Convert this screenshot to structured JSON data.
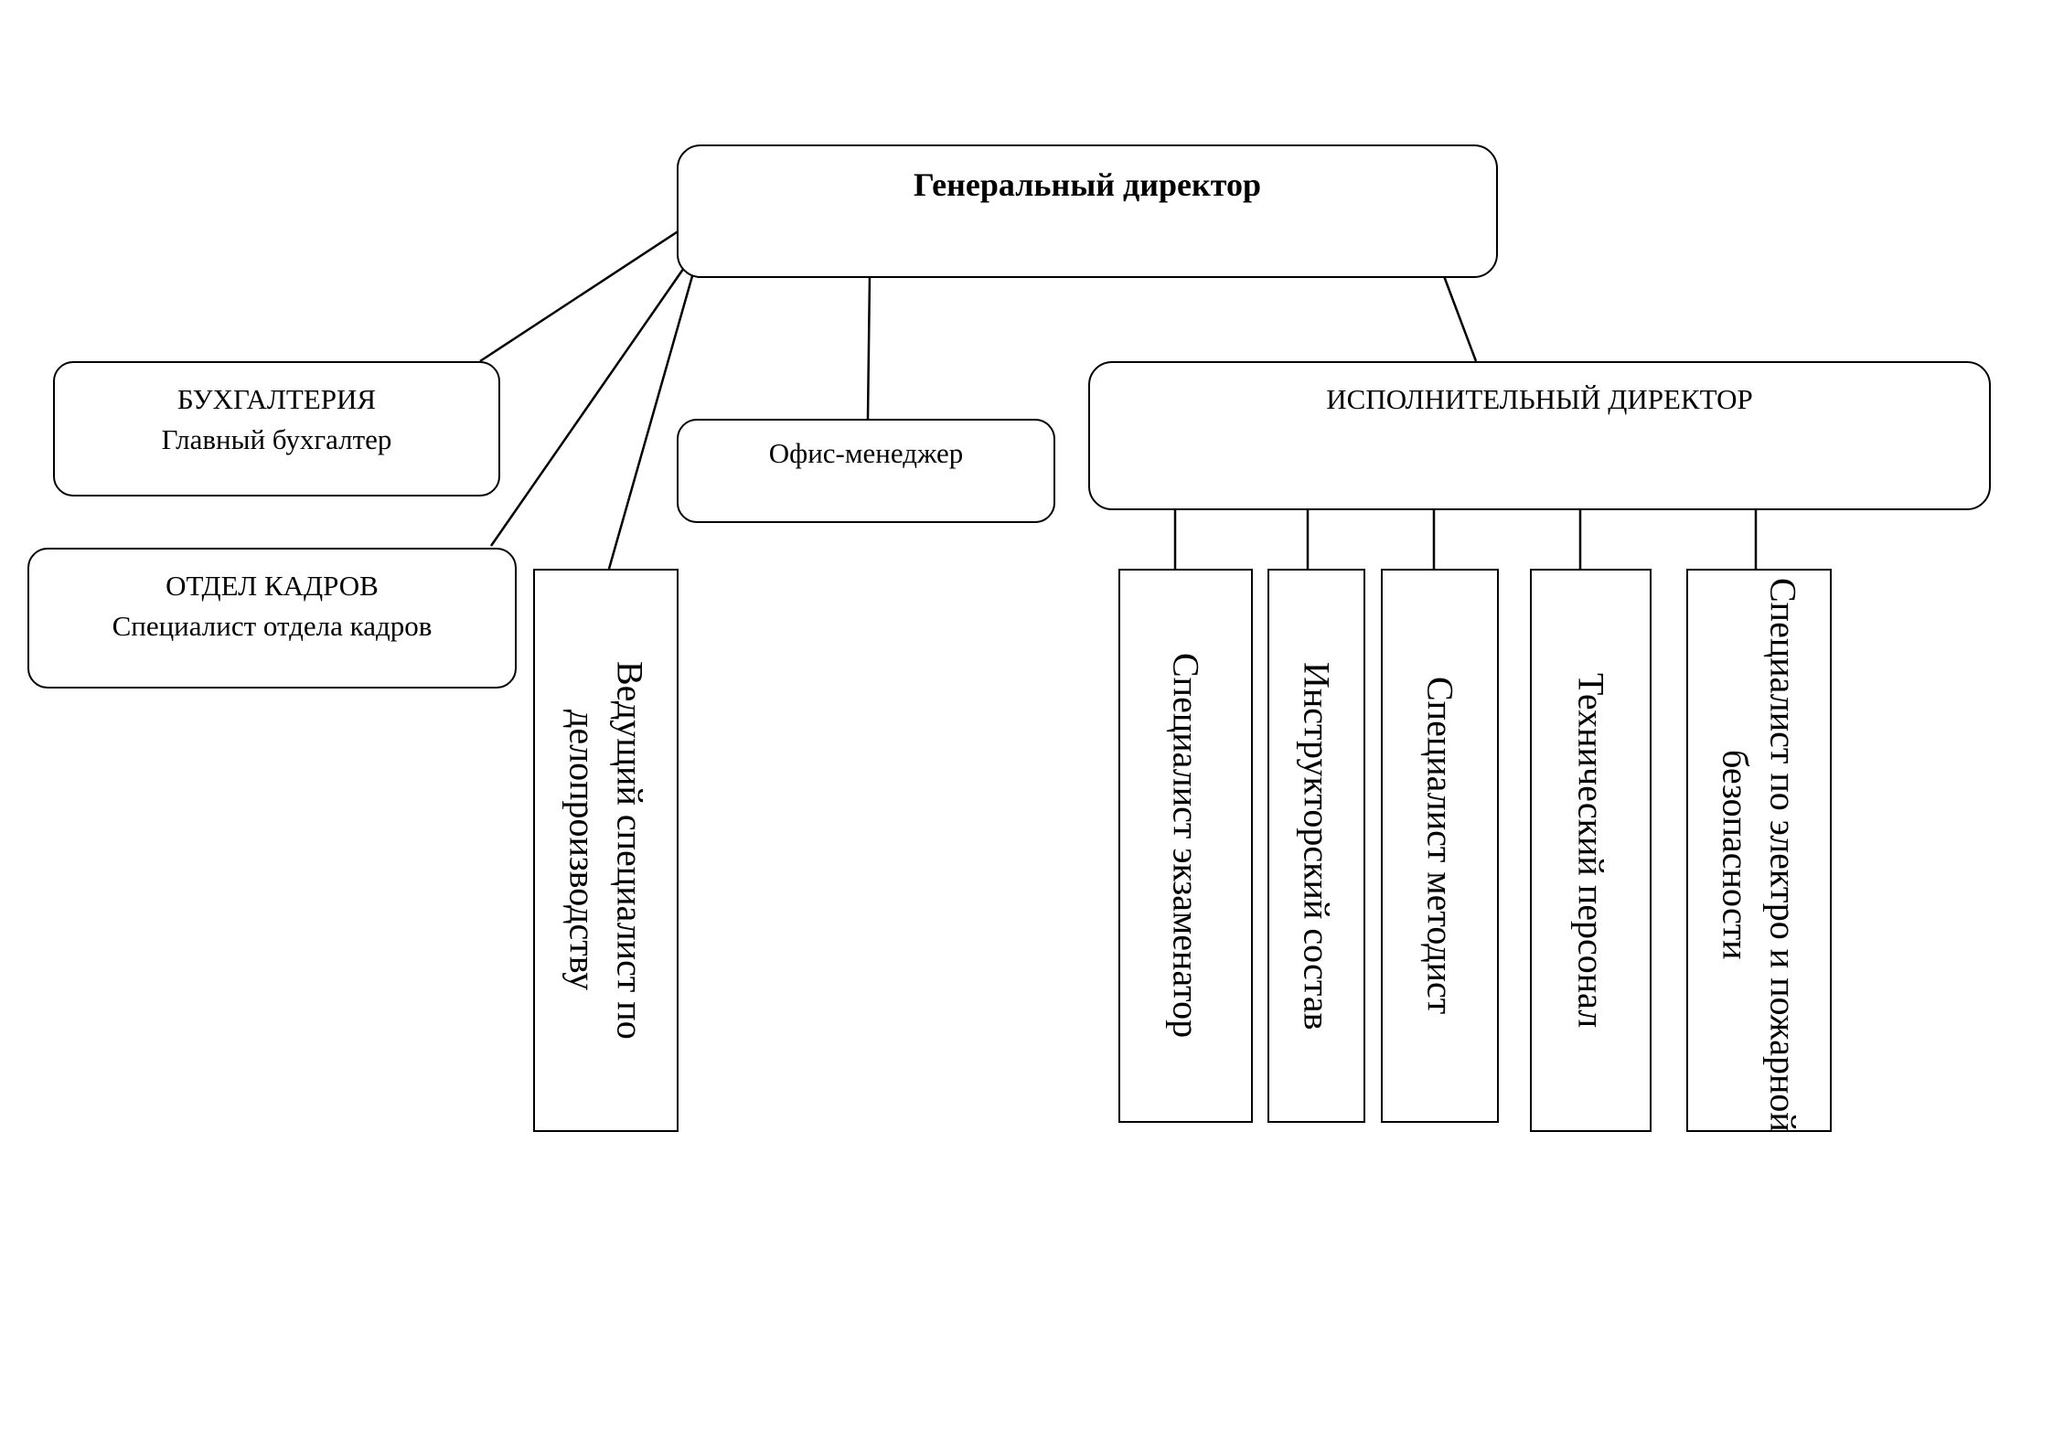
{
  "general_director": {
    "title": "Генеральный директор"
  },
  "accounting": {
    "department": "БУХГАЛТЕРИЯ",
    "position": "Главный бухгалтер"
  },
  "hr": {
    "department": "ОТДЕЛ КАДРОВ",
    "position": "Специалист отдела кадров"
  },
  "office_manager": {
    "title": "Офис-менеджер"
  },
  "records_specialist": {
    "line1": "Ведущий специалист по",
    "line2": "делопроизводству"
  },
  "executive_director": {
    "title": "ИСПОЛНИТЕЛЬНЫЙ ДИРЕКТОР"
  },
  "subordinates": [
    {
      "line1": "Специалист экзаменатор"
    },
    {
      "line1": "Инструкторский состав"
    },
    {
      "line1": "Специалист методист"
    },
    {
      "line1": "Технический персонал"
    },
    {
      "line1": "Специалист   по электро и пожарной",
      "line2": "безопасности"
    }
  ],
  "colors": {
    "stroke": "#000000",
    "background": "#ffffff"
  }
}
